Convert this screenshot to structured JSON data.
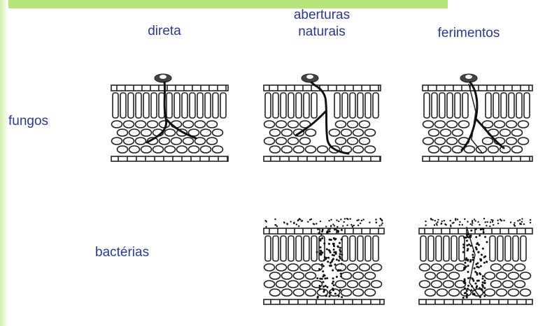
{
  "columns": {
    "direct": "direta",
    "natural_openings_line1": "aberturas",
    "natural_openings_line2": "naturais",
    "wounds": "ferimentos"
  },
  "rows": {
    "fungi": "fungos",
    "bacteria": "bactérias"
  },
  "colors": {
    "label": "#2b3a8c",
    "accent_bar": "#b6e37a",
    "ink": "#222222"
  },
  "panels": [
    {
      "row": "fungos",
      "column": "direta",
      "icon": "leaf-section-fungus-direct-icon"
    },
    {
      "row": "fungos",
      "column": "aberturas naturais",
      "icon": "leaf-section-fungus-stomata-icon"
    },
    {
      "row": "fungos",
      "column": "ferimentos",
      "icon": "leaf-section-fungus-wound-icon"
    },
    {
      "row": "bactérias",
      "column": "aberturas naturais",
      "icon": "leaf-section-bacteria-stomata-icon"
    },
    {
      "row": "bactérias",
      "column": "ferimentos",
      "icon": "leaf-section-bacteria-wound-icon"
    }
  ]
}
